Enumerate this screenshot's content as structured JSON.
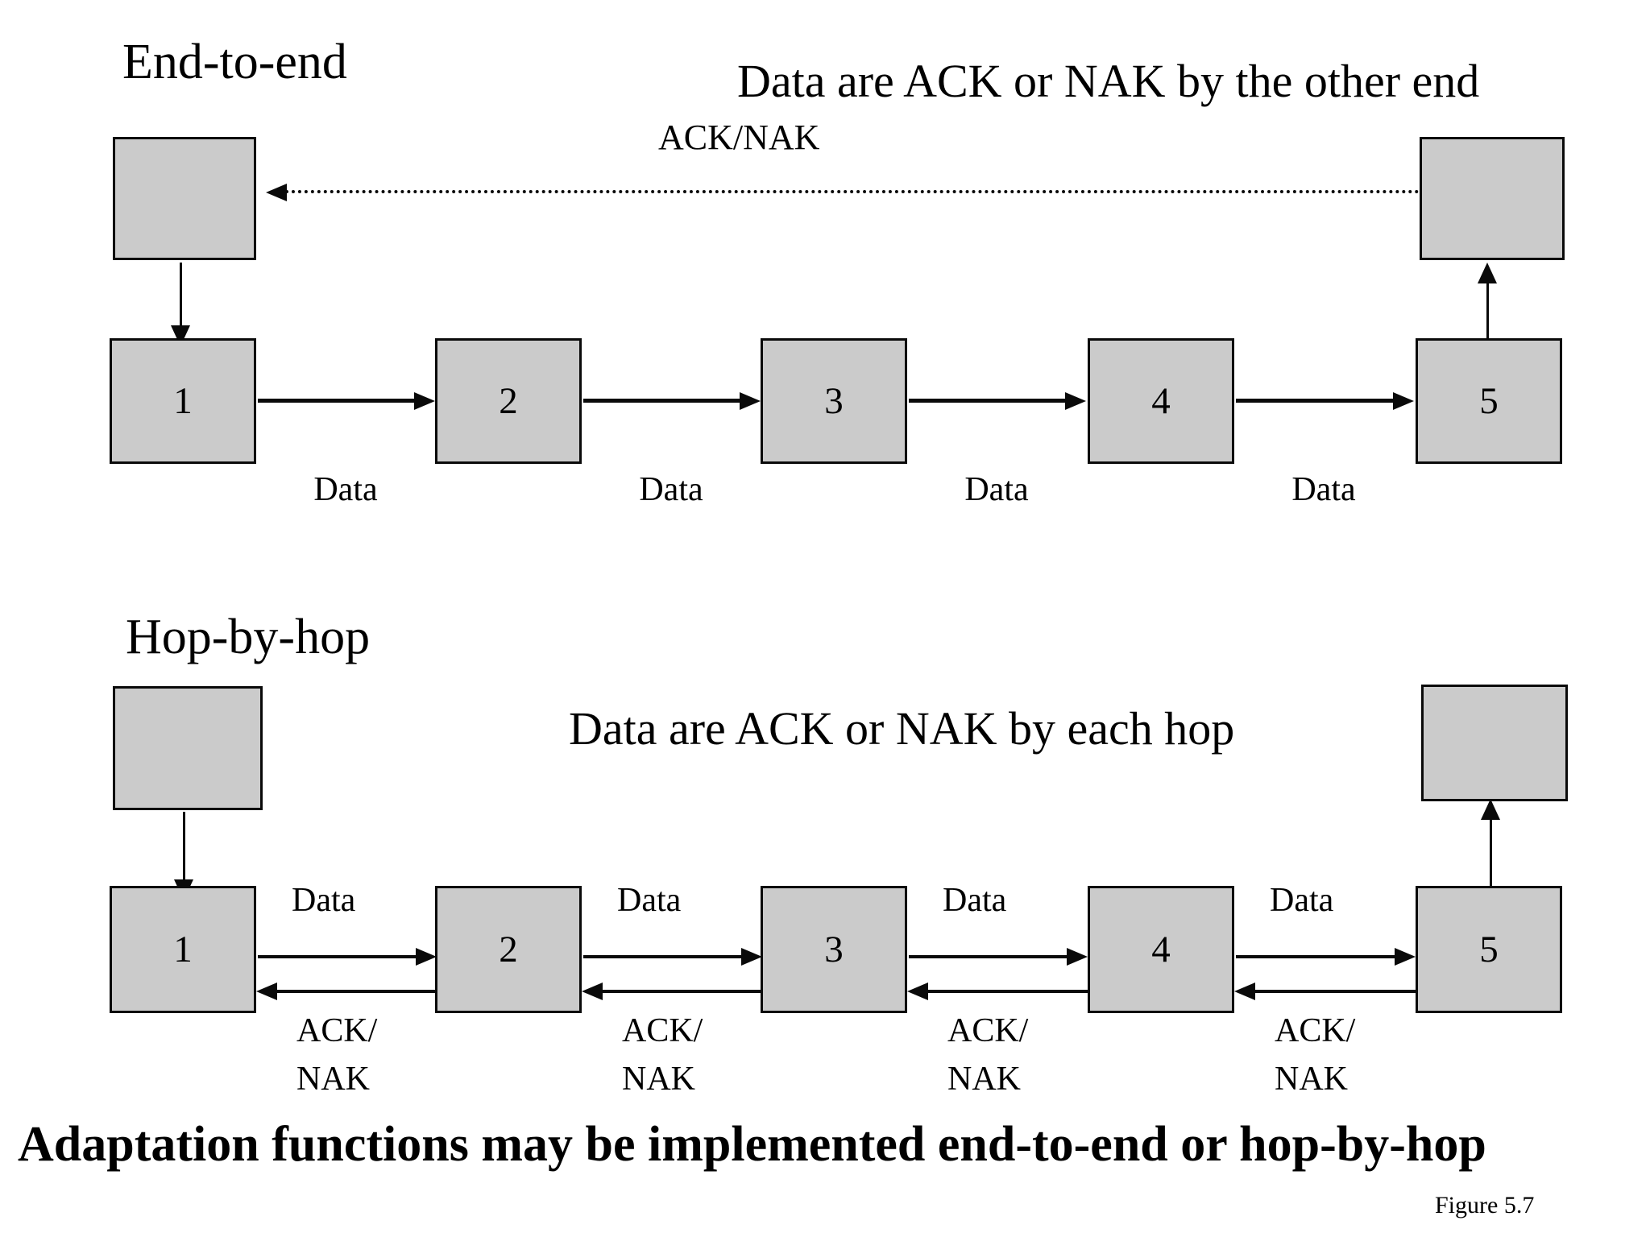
{
  "palette": {
    "background": "#ffffff",
    "box_fill": "#cbcbcb",
    "line_color": "#0a0a0a",
    "text_color": "#000000"
  },
  "end_to_end": {
    "title": "End-to-end",
    "caption": "Data are ACK or NAK by the other end",
    "ack_label": "ACK/NAK",
    "nodes": [
      {
        "label": "1"
      },
      {
        "label": "2"
      },
      {
        "label": "3"
      },
      {
        "label": "4"
      },
      {
        "label": "5"
      }
    ],
    "data_labels": [
      "Data",
      "Data",
      "Data",
      "Data"
    ]
  },
  "hop_by_hop": {
    "title": "Hop-by-hop",
    "caption": "Data are ACK or NAK by each hop",
    "nodes": [
      {
        "label": "1"
      },
      {
        "label": "2"
      },
      {
        "label": "3"
      },
      {
        "label": "4"
      },
      {
        "label": "5"
      }
    ],
    "data_labels": [
      "Data",
      "Data",
      "Data",
      "Data"
    ],
    "ack_nak_labels": [
      "ACK/\nNAK",
      "ACK/\nNAK",
      "ACK/\nNAK",
      "ACK/\nNAK"
    ]
  },
  "footer": {
    "statement": "Adaptation functions may be implemented end-to-end or hop-by-hop",
    "figure_caption": "Figure 5.7"
  }
}
